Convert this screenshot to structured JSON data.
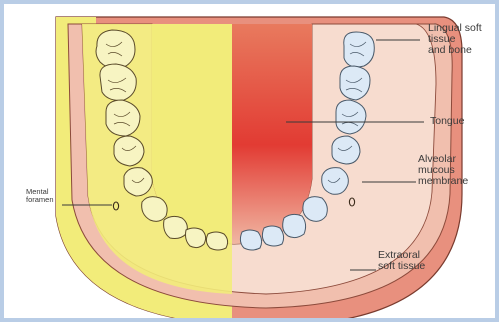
{
  "diagram": {
    "labels": {
      "lingual": [
        "Lingual soft",
        "tissue",
        "and bone"
      ],
      "tongue": [
        "Tongue"
      ],
      "alveolar": [
        "Alveolar",
        "mucous",
        "membrane"
      ],
      "extraoral": [
        "Extraoral",
        "soft tissue"
      ],
      "mental": [
        "Mental",
        "foramen"
      ]
    },
    "colors": {
      "outer_tissue": "#e8907e",
      "inner_ring": "#f1bfae",
      "arch_band": "#f7dccf",
      "tongue": "#e23b33",
      "yellow_region": "#f2ec7a",
      "tooth_left": "#f7f4c2",
      "tooth_right": "#dce9f6",
      "frame": "#b9cde6"
    }
  }
}
